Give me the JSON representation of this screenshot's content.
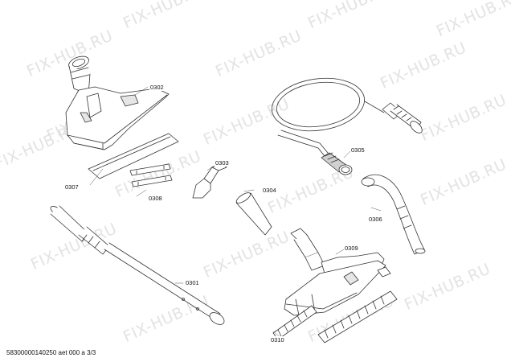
{
  "watermark": "FIX-HUB.RU",
  "parts": {
    "p0301": "0301",
    "p0302": "0302",
    "p0303": "0303",
    "p0304": "0304",
    "p0305": "0305",
    "p0306": "0306",
    "p0307": "0307",
    "p0308": "0308",
    "p0309": "0309",
    "p0310": "0310"
  },
  "footer": "58300000140250 aet 000 a 3/3",
  "colors": {
    "line": "#333333",
    "fill": "#ffffff",
    "shade": "#d8d8d8",
    "watermark": "#e3e3e3"
  }
}
